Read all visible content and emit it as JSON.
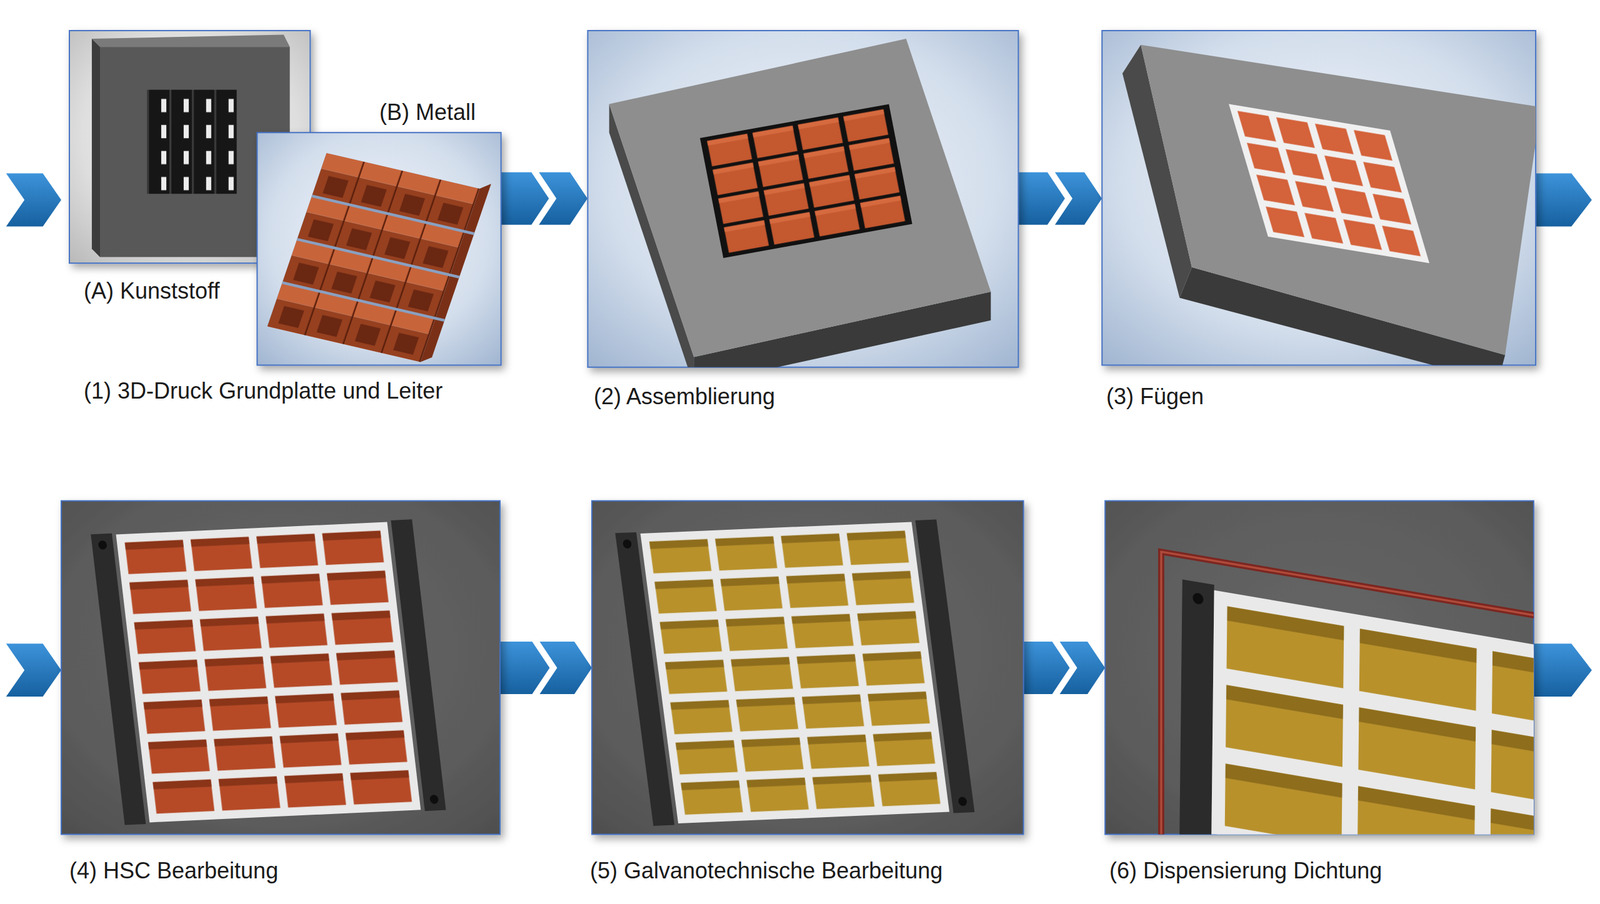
{
  "diagram": {
    "nodes": [
      {
        "text": [
          "(1) 3D-Druck Grundplatte und Leiter"
        ]
      },
      {
        "text": [
          "(A) Kunststoff"
        ],
        "in": 0
      },
      {
        "text": [
          "(B) Metall"
        ],
        "in": 0
      },
      {
        "text": [
          "(2) Assemblierung"
        ]
      },
      {
        "text": [
          "(3) Fügen"
        ]
      },
      {
        "text": [
          "(4) HSC Bearbeitung"
        ]
      },
      {
        "text": [
          "(5) Galvanotechnische Bearbeitung"
        ]
      },
      {
        "text": [
          "(6) Dispensierung Dichtung"
        ]
      }
    ],
    "edges": [
      {
        "from": 0,
        "to": 3,
        "arrow": "to"
      },
      {
        "from": 3,
        "to": 4,
        "arrow": "to"
      },
      {
        "from": 5,
        "to": 6,
        "arrow": "to"
      },
      {
        "from": 6,
        "to": 7,
        "arrow": "to"
      }
    ]
  }
}
